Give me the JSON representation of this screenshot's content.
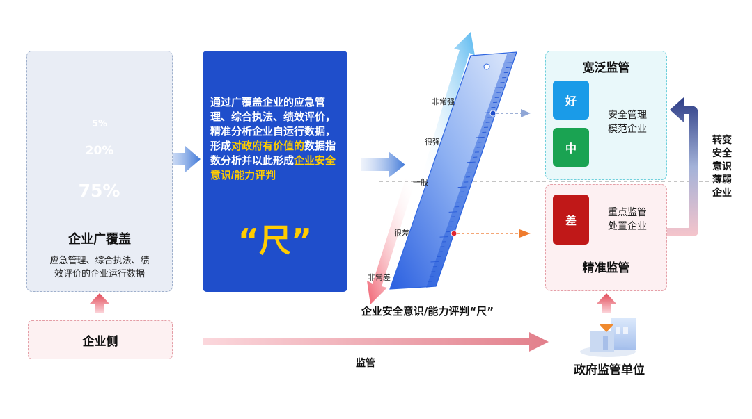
{
  "left_panel": {
    "pyramid": [
      "5%",
      "20%",
      "75%"
    ],
    "title": "企业广覆盖",
    "desc_line1": "应急管理、综合执法、绩",
    "desc_line2": "效评价的企业运行数据"
  },
  "blue_panel": {
    "text_1": "通过广覆盖企业的应急管理、综合执法、绩效评价，精准分析企业自运行数据，形成",
    "text_hl1": "对政府有价值的",
    "text_2": "数据指数分析并以此形成",
    "text_hl2": "企业安全意识/能力评判",
    "big_char": "“尺”"
  },
  "ruler": {
    "levels": [
      "非常强",
      "很强",
      "一般",
      "很差",
      "非常差"
    ],
    "caption": "企业安全意识/能力评判“尺”"
  },
  "top_box": {
    "title": "宽泛监管",
    "grades": [
      "好",
      "中"
    ],
    "desc_line1": "安全管理",
    "desc_line2": "模范企业"
  },
  "bottom_box": {
    "grade": "差",
    "desc_line1": "重点监管",
    "desc_line2": "处置企业",
    "title": "精准监管"
  },
  "transform_label": [
    "转变",
    "安全",
    "意识",
    "薄弱",
    "企业"
  ],
  "enterprise_side": "企业侧",
  "supervision_label": "监管",
  "gov_label": "政府监管单位",
  "colors": {
    "blue_panel": "#1f4ecb",
    "highlight": "#ffcc00",
    "good": "#1a9be8",
    "medium": "#1aa352",
    "bad": "#c01818",
    "pyramid_top": "#f7b500",
    "pyramid_mid": "#ee7d21",
    "pyramid_base": "#4f4f4f"
  }
}
